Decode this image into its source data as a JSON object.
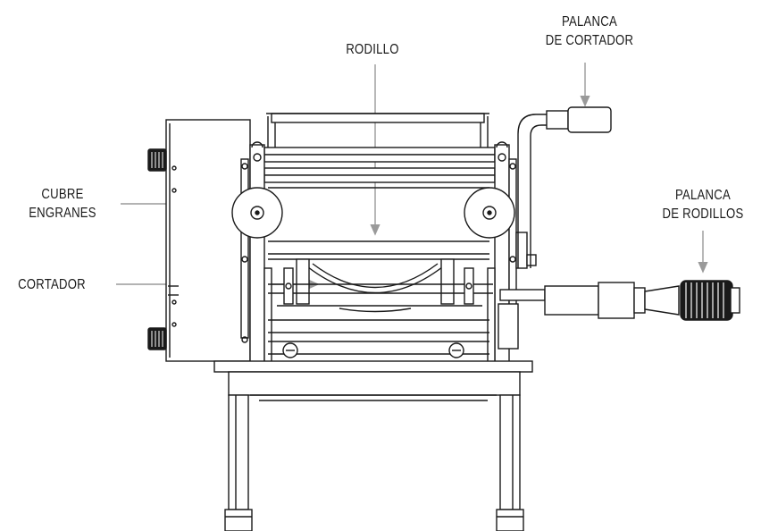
{
  "labels": {
    "rodillo": "RODILLO",
    "palanca_cortador_1": "PALANCA",
    "palanca_cortador_2": "DE CORTADOR",
    "cubre_1": "CUBRE",
    "cubre_2": "ENGRANES",
    "palanca_rodillos_1": "PALANCA",
    "palanca_rodillos_2": "DE RODILLOS",
    "cortador": "CORTADOR"
  },
  "colors": {
    "line": "#1a1a1a",
    "leader": "#9a9a9a",
    "text": "#1a1a1a"
  }
}
